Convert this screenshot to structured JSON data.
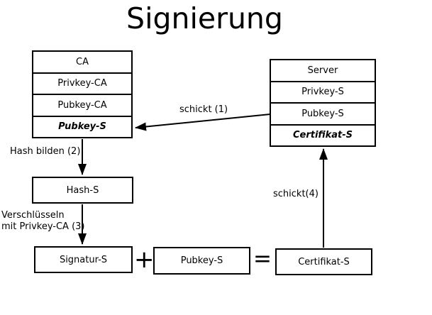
{
  "title": "Signierung",
  "ca_stack": {
    "rows": [
      "CA",
      "Privkey-CA",
      "Pubkey-CA",
      "Pubkey-S"
    ]
  },
  "server_stack": {
    "rows": [
      "Server",
      "Privkey-S",
      "Pubkey-S",
      "Certifikat-S"
    ]
  },
  "flow_boxes": {
    "hash": "Hash-S",
    "signatur": "Signatur-S",
    "pubkey": "Pubkey-S",
    "certifikat": "Certifikat-S"
  },
  "arrow_labels": {
    "schickt1": "schickt (1)",
    "hash_bilden": "Hash bilden (2)",
    "verschluesseln_line1": "Verschlüsseln",
    "verschluesseln_line2": "mit Privkey-CA (3)",
    "schickt4": "schickt(4)"
  },
  "operators": {
    "plus": "+",
    "equals": "="
  },
  "colors": {
    "line": "#000000",
    "text": "#000000",
    "background": "#ffffff"
  }
}
